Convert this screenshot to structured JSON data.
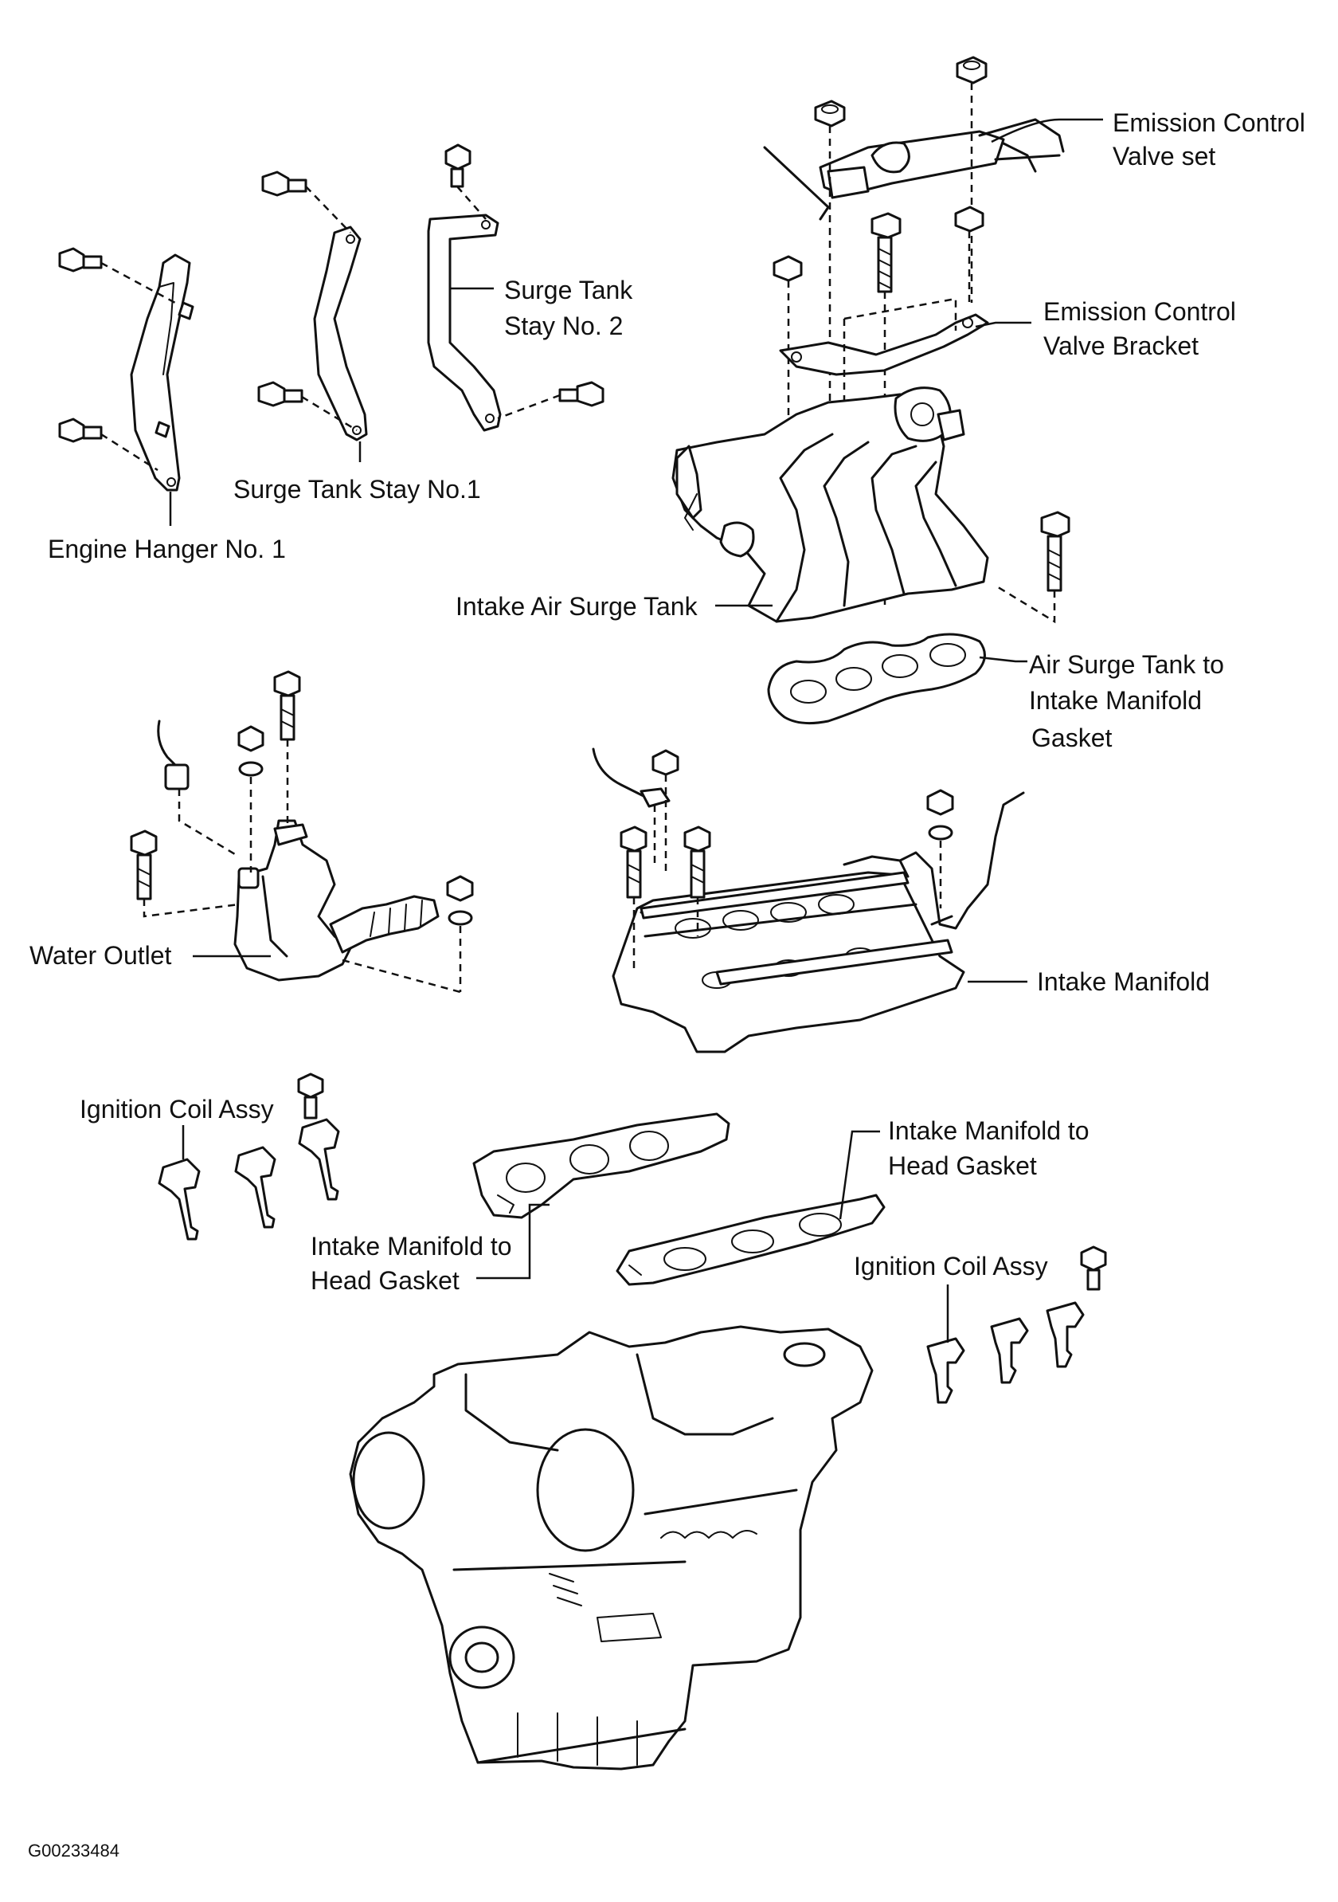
{
  "figure_id": "G00233484",
  "labels": {
    "emission_control_valve_set": [
      "Emission Control",
      "Valve set"
    ],
    "emission_control_valve_bracket": [
      "Emission Control",
      "Valve Bracket"
    ],
    "surge_tank_stay_no2": [
      "Surge Tank",
      "Stay No. 2"
    ],
    "surge_tank_stay_no1": "Surge Tank Stay No.1",
    "engine_hanger_no1": "Engine Hanger No. 1",
    "intake_air_surge_tank": "Intake Air Surge Tank",
    "air_surge_tank_gasket": [
      "Air Surge Tank to",
      "Intake Manifold",
      "Gasket"
    ],
    "water_outlet": "Water Outlet",
    "intake_manifold": "Intake Manifold",
    "ignition_coil_assy_left": "Ignition Coil Assy",
    "intake_manifold_head_gasket_right": [
      "Intake Manifold to",
      "Head Gasket"
    ],
    "intake_manifold_head_gasket_left": [
      "Intake Manifold to",
      "Head Gasket"
    ],
    "ignition_coil_assy_right": "Ignition Coil Assy"
  }
}
